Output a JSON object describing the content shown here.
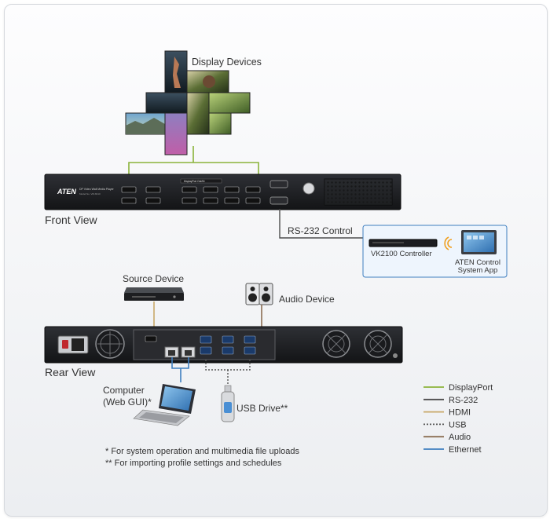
{
  "labels": {
    "display_devices": "Display Devices",
    "front_view": "Front View",
    "rs232_control": "RS-232 Control",
    "vk2100_controller": "VK2100 Controller",
    "aten_control_line1": "ATEN Control",
    "aten_control_line2": "System App",
    "source_device": "Source Device",
    "audio_device": "Audio Device",
    "rear_view": "Rear View",
    "computer_line1": "Computer",
    "computer_line2": "(Web GUI)*",
    "usb_drive": "USB Drive**"
  },
  "device": {
    "brand": "ATEN",
    "model_line1": "DP Video Wall Media Player",
    "model_line2": "Model No. VM-8410",
    "port_group_label": "DisplayPort Out/IN"
  },
  "legend": [
    {
      "label": "DisplayPort",
      "color": "#8bb33a",
      "style": "solid"
    },
    {
      "label": "RS-232",
      "color": "#4d4d4d",
      "style": "solid"
    },
    {
      "label": "HDMI",
      "color": "#c9a96a",
      "style": "solid"
    },
    {
      "label": "USB",
      "color": "#555555",
      "style": "dotted"
    },
    {
      "label": "Audio",
      "color": "#8b6d52",
      "style": "solid"
    },
    {
      "label": "Ethernet",
      "color": "#3f7fc0",
      "style": "solid"
    }
  ],
  "footnotes": [
    "* For system operation and multimedia file uploads",
    "** For importing profile settings and schedules"
  ],
  "colors": {
    "displayport": "#8bb33a",
    "rs232": "#4d4d4d",
    "hdmi": "#c9a96a",
    "usb": "#555555",
    "audio": "#8b6d52",
    "ethernet": "#3f7fc0",
    "chassis": "#1e1f22"
  }
}
